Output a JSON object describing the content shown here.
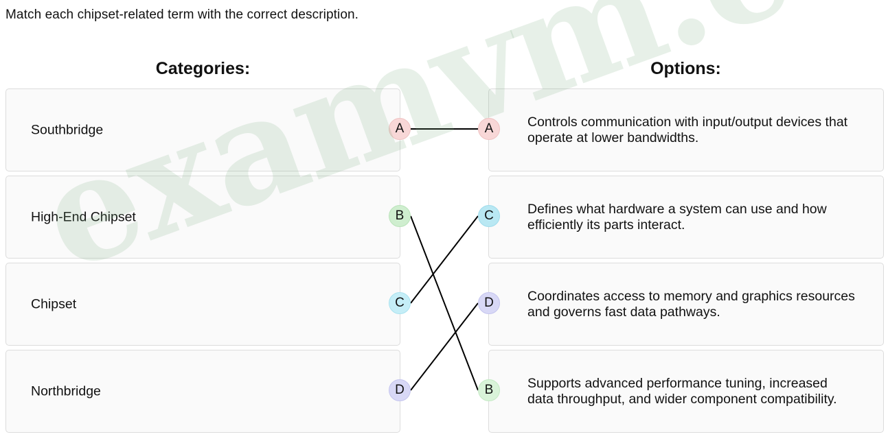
{
  "instruction": "Match each chipset-related term with the correct description.",
  "headings": {
    "categories": "Categories:",
    "options": "Options:"
  },
  "categories": [
    {
      "label": "Southbridge",
      "badge": "A",
      "badge_color": "#f8d7d7",
      "badge_border": "#f0c2c2"
    },
    {
      "label": "High-End Chipset",
      "badge": "B",
      "badge_color": "#cfeecf",
      "badge_border": "#b9e3b9"
    },
    {
      "label": "Chipset",
      "badge": "C",
      "badge_color": "#c5eef7",
      "badge_border": "#a9e2ef"
    },
    {
      "label": "Northbridge",
      "badge": "D",
      "badge_color": "#d8d8f6",
      "badge_border": "#c4c4ee"
    }
  ],
  "options": [
    {
      "text": "Controls communication with input/output devices that operate at lower bandwidths.",
      "badge": "A",
      "badge_color": "#f8d7d7",
      "badge_border": "#f0c2c2"
    },
    {
      "text": "Defines what hardware a system can use and how efficiently its parts interact.",
      "badge": "C",
      "badge_color": "#b9e8f3",
      "badge_border": "#9fdcec"
    },
    {
      "text": "Coordinates access to memory and graphics resources and governs fast data pathways.",
      "badge": "D",
      "badge_color": "#d8d8f6",
      "badge_border": "#c4c4ee"
    },
    {
      "text": "Supports advanced performance tuning, increased data throughput, and wider component compatibility.",
      "badge": "B",
      "badge_color": "#d9f3d9",
      "badge_border": "#c4eac4"
    }
  ],
  "matches": [
    {
      "category": 0,
      "option": 0
    },
    {
      "category": 1,
      "option": 3
    },
    {
      "category": 2,
      "option": 1
    },
    {
      "category": 3,
      "option": 2
    }
  ],
  "watermark": "examvm.com",
  "colors": {
    "line": "#000000",
    "box_border": "#dcdcdc",
    "box_background": "#fafafa"
  }
}
